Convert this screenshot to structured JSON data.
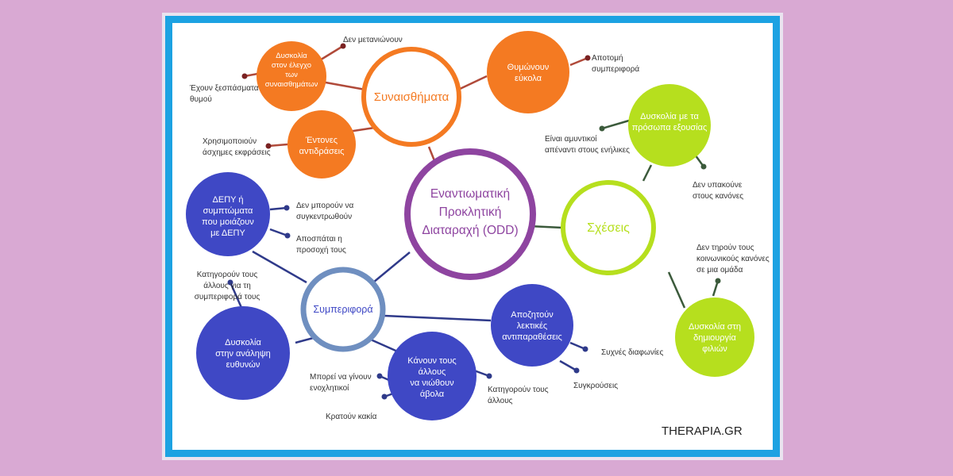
{
  "center": {
    "label": "Εναντιωματική Προκλητική Διαταραχή (ODD)",
    "color": "#8e44a0"
  },
  "colors": {
    "orange": "#f47a22",
    "orange_ring": "#f47a22",
    "green": "#b6df1e",
    "blue": "#3f48c5",
    "blue_ring": "#6f8fc0",
    "frame": "#1ca2e2"
  },
  "hubs": {
    "emotions": "Συναισθήματα",
    "relations": "Σχέσεις",
    "behavior": "Συμπεριφορά"
  },
  "nodes": {
    "n_control": "Δυσκολία στον έλεγχο των συναισθημάτων",
    "n_grumpy": "Θυμώνουν εύκολα",
    "n_intense": "Έντονες αντιδράσεις",
    "n_authority": "Δυσκολία με τα πρόσωπα εξουσίας",
    "n_friends": "Δυσκολία στη δημιουργία φιλιών",
    "n_adhd": "ΔΕΠΥ ή συμπτώματα που μοιάζουν με ΔΕΠΥ",
    "n_resp": "Δυσκολία στην ανάληψη ευθυνών",
    "n_useless": "Κάνουν τους άλλους να νιώθουν άβολα",
    "n_verbal": "Αποζητούν λεκτικές αντιπαραθέσεις"
  },
  "leaves": {
    "l_regret": "Δεν μετανιώνουν",
    "l_outburst": "Έχουν ξεσπάσματα θυμού",
    "l_abrupt": "Αποτομή συμπεριφορά",
    "l_badwords": "Χρησιμοποιούν άσχημες εκφράσεις",
    "l_defensive": "Είναι αμυντικοί απέναντι στους ενήλικες",
    "l_obey": "Δεν υπακούνε στους κανόνες",
    "l_social": "Δεν τηρούν τους κοινωνικούς κανόνες σε μια ομάδα",
    "l_focus": "Δεν μπορούν να συγκεντρωθούν",
    "l_distract": "Αποσπάται η προσοχή τους",
    "l_blame": "Κατηγορούν τους άλλους για τη συμπεριφορά τους",
    "l_guilty": "Μπορεί να γίνουν ενοχλητικοί",
    "l_grudge": "Κρατούν κακία",
    "l_accuse": "Κατηγορούν τους άλλους",
    "l_disagree": "Συχνές διαφωνίες",
    "l_conflict": "Συγκρούσεις"
  },
  "watermark": "THERAPIA.GR"
}
